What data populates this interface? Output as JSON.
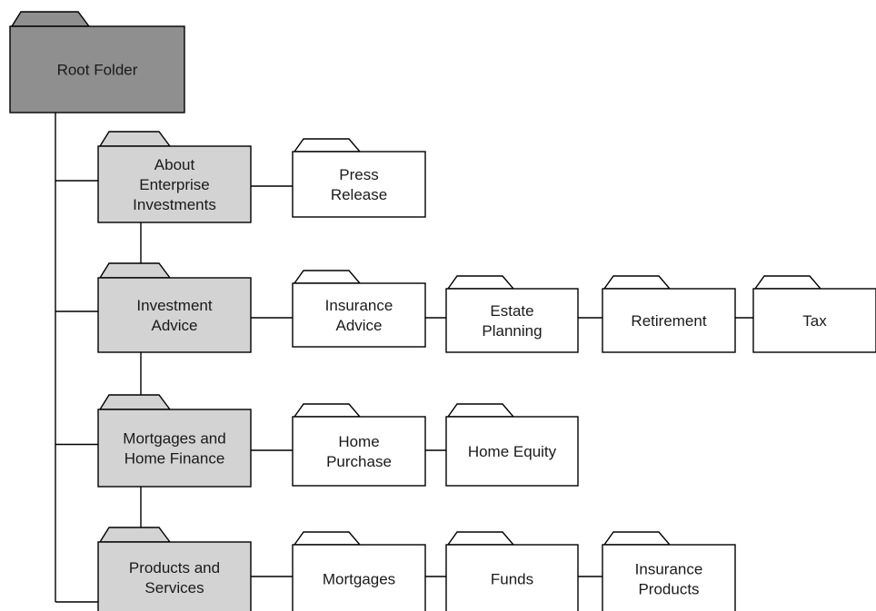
{
  "colors": {
    "root_fill": "#8f8f8f",
    "section_fill": "#d3d3d3",
    "page_fill": "#ffffff",
    "line": "#000000"
  },
  "root": {
    "label": [
      "Root Folder"
    ]
  },
  "sections": [
    {
      "label": [
        "About",
        "Enterprise",
        "Investments"
      ],
      "children": [
        {
          "label": [
            "Press",
            "Release"
          ]
        }
      ]
    },
    {
      "label": [
        "Investment",
        "Advice"
      ],
      "children": [
        {
          "label": [
            "Insurance",
            "Advice"
          ]
        },
        {
          "label": [
            "Estate",
            "Planning"
          ]
        },
        {
          "label": [
            "Retirement"
          ]
        },
        {
          "label": [
            "Tax"
          ]
        }
      ]
    },
    {
      "label": [
        "Mortgages and",
        "Home Finance"
      ],
      "children": [
        {
          "label": [
            "Home",
            "Purchase"
          ]
        },
        {
          "label": [
            "Home Equity"
          ]
        }
      ]
    },
    {
      "label": [
        "Products and",
        "Services"
      ],
      "children": [
        {
          "label": [
            "Mortgages"
          ]
        },
        {
          "label": [
            "Funds"
          ]
        },
        {
          "label": [
            "Insurance",
            "Products"
          ]
        }
      ]
    }
  ]
}
